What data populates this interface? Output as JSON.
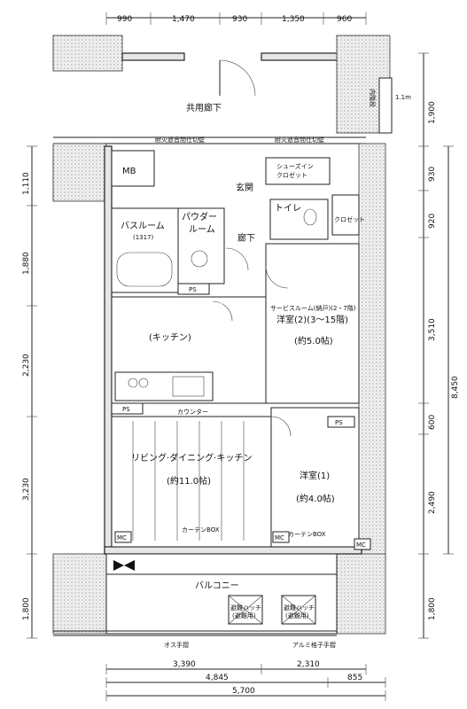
{
  "dimensions": {
    "top": [
      "990",
      "1,470",
      "930",
      "1,350",
      "960"
    ],
    "left": [
      "1,110",
      "1,880",
      "2,230",
      "3,230",
      "1,800"
    ],
    "right_outer": [
      "1,900",
      "930",
      "920",
      "3,510",
      "600",
      "2,490",
      "1,800"
    ],
    "right_inner": [
      "8,450"
    ],
    "bottom_row1": [
      "3,390",
      "2,310"
    ],
    "bottom_row2": [
      "4,845",
      "855"
    ],
    "bottom_row3": [
      "5,700"
    ]
  },
  "rooms": {
    "corridor": "共用廊下",
    "mb": "MB",
    "entrance": "玄関",
    "shoes_in_closet": "シューズイン",
    "closet": "クロゼット",
    "toilet": "トイレ",
    "bathroom": "バスルーム",
    "bathroom_size": "(1317)",
    "powder": "パウダー",
    "powder2": "ルーム",
    "hallway": "廊下",
    "service_room": "サービスルーム(納戸)(2・7階)",
    "western2": "洋室(2)(3〜15階)",
    "western2_size": "(約5.0帖)",
    "kitchen": "(キッチン)",
    "ldk": "リビング·ダイニング·キッチン",
    "ldk_size": "(約11.0帖)",
    "western1": "洋室(1)",
    "western1_size": "(約4.0帖)",
    "balcony": "バルコニー"
  },
  "labels": {
    "fire_door_left": "耐火遮音間仕切壁",
    "fire_door_right": "耐火遮音間仕切壁",
    "ps1": "PS",
    "ps2": "PS",
    "ps3": "PS",
    "mc1": "MC",
    "mc2": "MC",
    "mc3": "MC",
    "counter": "カウンター",
    "curtain_box1": "カーテンBOX",
    "curtain_box2": "カーテンBOX",
    "hatch1": "避難ハッチ",
    "hatch1b": "(避難用)",
    "hatch2": "避難ハッチ",
    "hatch2b": "(避難用)",
    "handrail": "オス手摺",
    "handrail2": "アルミ格子手摺",
    "side_label": "内階段",
    "upper_right": "1.1m",
    "closet2": "クロゼット"
  }
}
